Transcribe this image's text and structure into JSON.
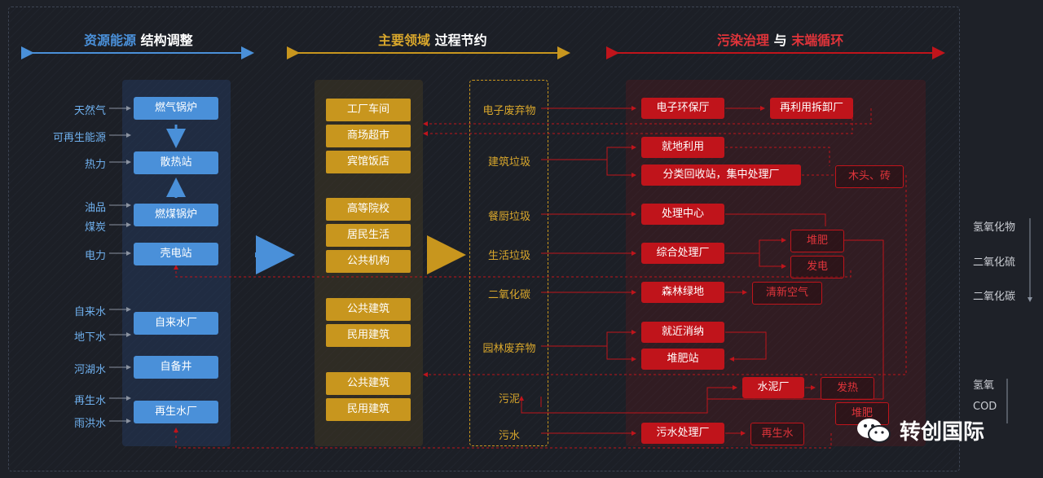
{
  "headers": {
    "left_a": "资源能源",
    "left_b": "结构调整",
    "mid_a": "主要领域",
    "mid_b": "过程节约",
    "right_a": "污染治理",
    "right_and": "与",
    "right_b": "末端循环"
  },
  "left_labels": [
    "天然气",
    "可再生能源",
    "热力",
    "油品",
    "煤炭",
    "电力",
    "自来水",
    "地下水",
    "河湖水",
    "再生水",
    "雨洪水"
  ],
  "left_boxes": [
    "燃气锅炉",
    "散热站",
    "燃煤锅炉",
    "壳电站",
    "自来水厂",
    "自备井",
    "再生水厂"
  ],
  "gold_boxes": [
    "工厂车间",
    "商场超市",
    "宾馆饭店",
    "高等院校",
    "居民生活",
    "公共机构",
    "公共建筑",
    "民用建筑",
    "公共建筑",
    "民用建筑"
  ],
  "mid_labels": [
    "电子废弃物",
    "建筑垃圾",
    "餐厨垃圾",
    "生活垃圾",
    "二氧化碳",
    "园林废弃物",
    "污泥",
    "污水"
  ],
  "red_boxes": [
    "电子环保厅",
    "再利用拆卸厂",
    "就地利用",
    "分类回收站，集中处理厂",
    "处理中心",
    "综合处理厂",
    "森林绿地",
    "就近消纳",
    "堆肥站",
    "水泥厂",
    "污水处理厂"
  ],
  "red_outline": [
    "木头、砖",
    "堆肥",
    "发电",
    "清新空气",
    "发热",
    "堆肥",
    "再生水"
  ],
  "right_list_1": [
    "氢氧化物",
    "二氧化硫",
    "二氧化碳"
  ],
  "right_list_2": [
    "氢氧",
    "COD"
  ],
  "watermark": "转创国际",
  "colors": {
    "blue": "#4a90d9",
    "gold": "#c8961e",
    "red": "#c0141b"
  }
}
